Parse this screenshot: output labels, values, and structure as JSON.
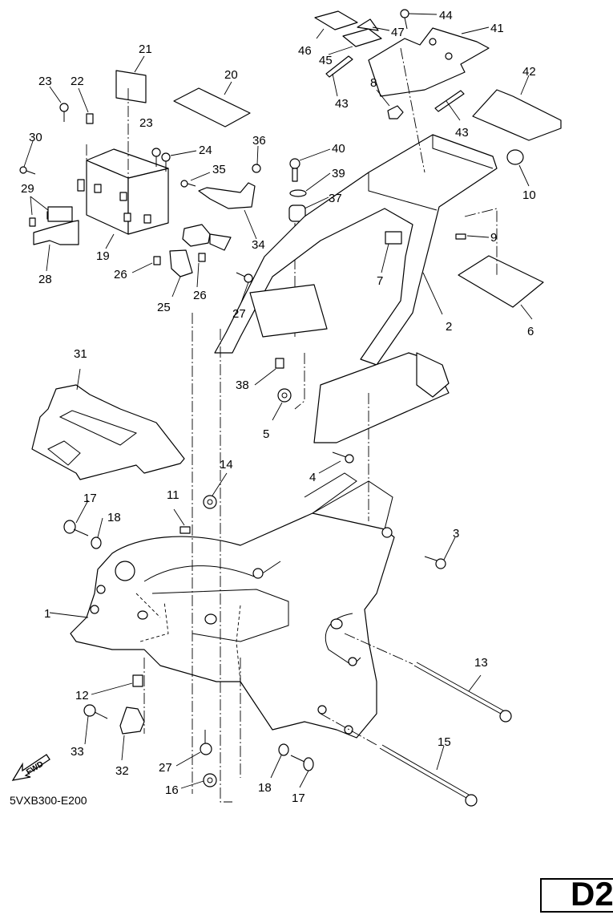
{
  "diagram": {
    "title": "Frame exploded view",
    "diagram_code": "5VXB300-E200",
    "page_id": "D2",
    "fwd_label": "FWD",
    "callouts": [
      {
        "id": "1",
        "part": "main-frame"
      },
      {
        "id": "2",
        "part": "rear-frame"
      },
      {
        "id": "3",
        "part": "bolt"
      },
      {
        "id": "4",
        "part": "bolt"
      },
      {
        "id": "5",
        "part": "nut"
      },
      {
        "id": "6",
        "part": "sheet"
      },
      {
        "id": "7",
        "part": "bracket"
      },
      {
        "id": "8",
        "part": "holder"
      },
      {
        "id": "9",
        "part": "damper"
      },
      {
        "id": "10",
        "part": "cap"
      },
      {
        "id": "11",
        "part": "clip"
      },
      {
        "id": "12",
        "part": "clip"
      },
      {
        "id": "13",
        "part": "long-bolt"
      },
      {
        "id": "14",
        "part": "nut"
      },
      {
        "id": "15",
        "part": "long-bolt"
      },
      {
        "id": "16",
        "part": "nut"
      },
      {
        "id": "17",
        "part": "bolt"
      },
      {
        "id": "18",
        "part": "washer"
      },
      {
        "id": "19",
        "part": "battery-box"
      },
      {
        "id": "20",
        "part": "cover"
      },
      {
        "id": "21",
        "part": "label"
      },
      {
        "id": "22",
        "part": "nut"
      },
      {
        "id": "23",
        "part": "bolt"
      },
      {
        "id": "24",
        "part": "bolt"
      },
      {
        "id": "25",
        "part": "bracket"
      },
      {
        "id": "26",
        "part": "nut"
      },
      {
        "id": "27",
        "part": "bolt"
      },
      {
        "id": "28",
        "part": "bracket"
      },
      {
        "id": "29",
        "part": "clip"
      },
      {
        "id": "30",
        "part": "bolt"
      },
      {
        "id": "31",
        "part": "heat-shield"
      },
      {
        "id": "32",
        "part": "bracket"
      },
      {
        "id": "33",
        "part": "bolt"
      },
      {
        "id": "34",
        "part": "band"
      },
      {
        "id": "35",
        "part": "bolt"
      },
      {
        "id": "36",
        "part": "clip"
      },
      {
        "id": "37",
        "part": "grommet"
      },
      {
        "id": "38",
        "part": "collar"
      },
      {
        "id": "39",
        "part": "washer"
      },
      {
        "id": "40",
        "part": "screw"
      },
      {
        "id": "41",
        "part": "bracket"
      },
      {
        "id": "42",
        "part": "mudguard"
      },
      {
        "id": "43",
        "part": "damper"
      },
      {
        "id": "44",
        "part": "bolt"
      },
      {
        "id": "45",
        "part": "label"
      },
      {
        "id": "46",
        "part": "label"
      },
      {
        "id": "47",
        "part": "warning-label"
      }
    ]
  }
}
